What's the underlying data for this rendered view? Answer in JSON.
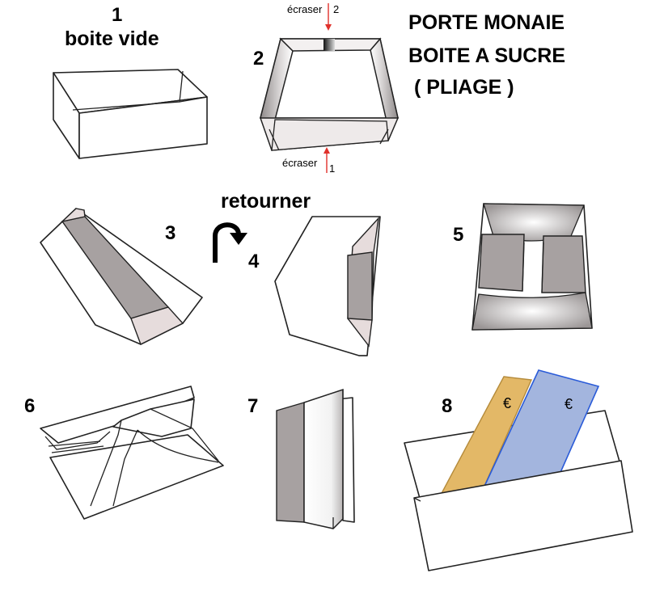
{
  "title": {
    "line1": "PORTE MONAIE",
    "line2": "BOITE A SUCRE",
    "line3": "(  PLIAGE )"
  },
  "steps": {
    "s1": {
      "number": "1",
      "caption": "boite vide"
    },
    "s2": {
      "number": "2",
      "top_label": "écraser",
      "top_index": "2",
      "bottom_label": "écraser",
      "bottom_index": "1"
    },
    "s3": {
      "number": "3"
    },
    "turn": {
      "caption": "retourner"
    },
    "s4": {
      "number": "4"
    },
    "s5": {
      "number": "5"
    },
    "s6": {
      "number": "6"
    },
    "s7": {
      "number": "7"
    },
    "s8": {
      "number": "8",
      "note1_symbol": "€",
      "note2_symbol": "€"
    }
  },
  "colors": {
    "arrow": "#e0312b",
    "note_gold": "#e3b867",
    "note_blue": "#a3b5de",
    "note_blue_stroke": "#2a5bd8",
    "fold_grey": "#a7a1a1",
    "fold_pink": "#e6dcdc"
  }
}
